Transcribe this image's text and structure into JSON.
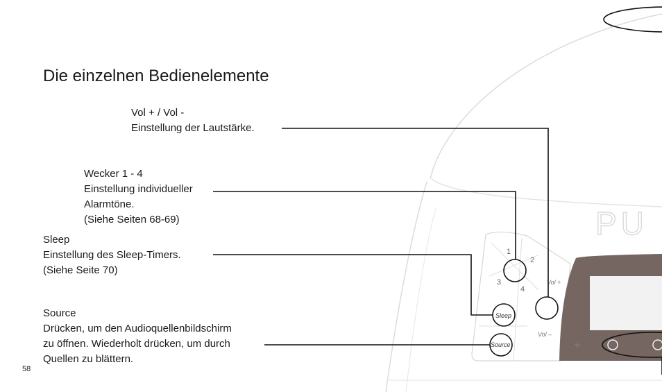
{
  "page": {
    "title": "Die einzelnen Bedienelemente",
    "page_number": "58"
  },
  "callouts": {
    "vol": {
      "heading": "Vol + / Vol -",
      "lines": [
        "Einstellung der Lautstärke."
      ]
    },
    "wecker": {
      "heading": "Wecker 1 - 4",
      "lines": [
        "Einstellung individueller",
        "Alarmtöne.",
        "(Siehe Seiten 68-69)"
      ]
    },
    "sleep": {
      "heading": "Sleep",
      "lines": [
        "Einstellung des Sleep-Timers.",
        "(Siehe Seite 70)"
      ]
    },
    "source": {
      "heading": "Source",
      "lines": [
        "Drücken, um den Audioquellenbildschirm",
        "zu öffnen. Wiederholt drücken, um durch",
        "Quellen zu blättern."
      ]
    }
  },
  "device": {
    "logo": "PU",
    "buttons": {
      "sleep": "Sleep",
      "source": "Source",
      "vol_plus": "Vol +",
      "vol_minus": "Vol –",
      "alarm_1": "1",
      "alarm_2": "2",
      "alarm_3": "3",
      "alarm_4": "4"
    },
    "colors": {
      "panel_brown": "#756661",
      "display_grey": "#f2f2f2",
      "outline": "#d9d9d9"
    }
  }
}
